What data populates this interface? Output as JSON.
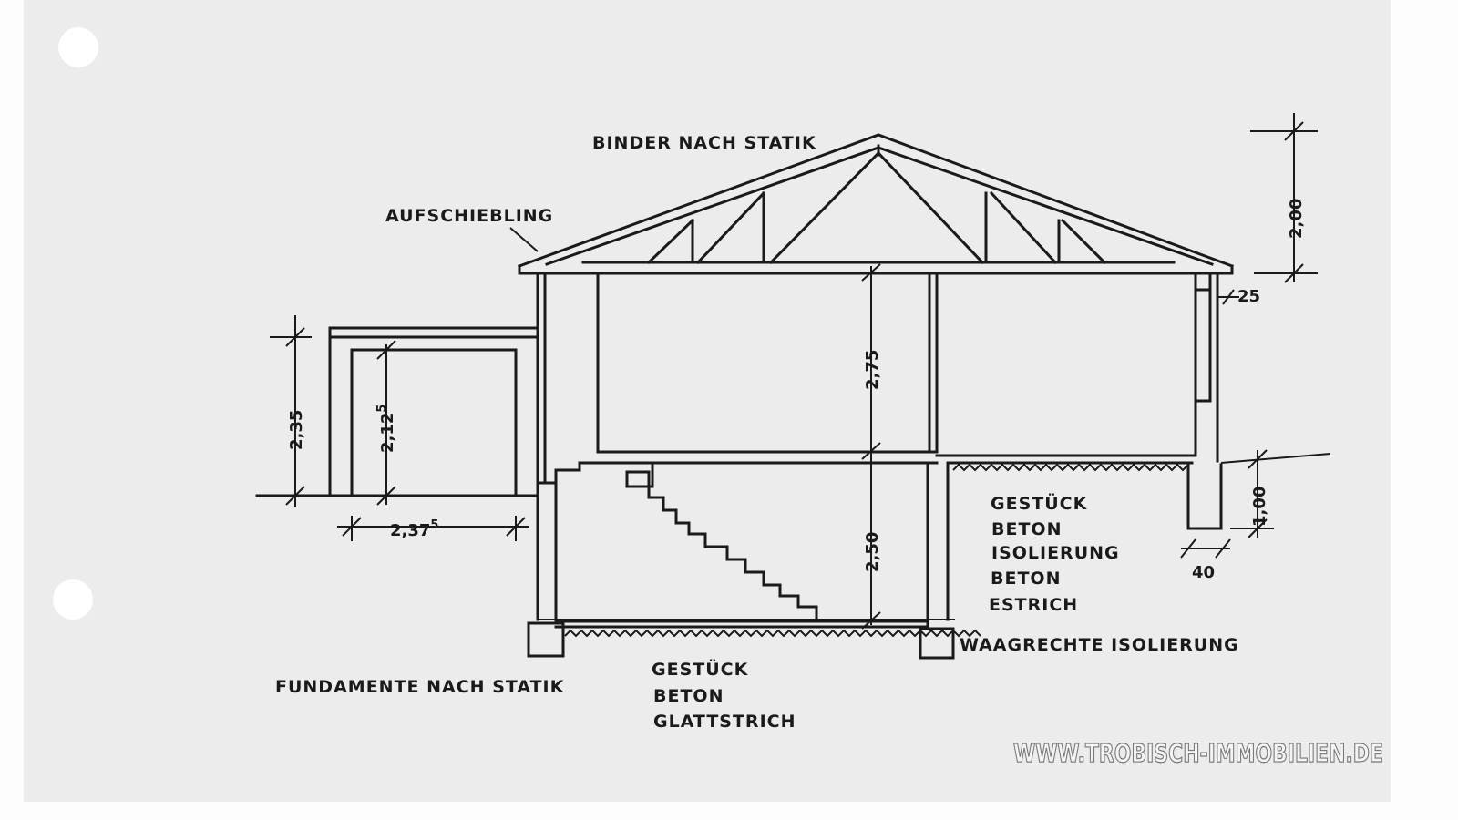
{
  "labels": {
    "binder": "BINDER NACH STATIK",
    "aufschiebling": "AUFSCHIEBLING",
    "fundamente": "FUNDAMENTE NACH STATIK",
    "waagrechte": "WAAGRECHTE ISOLIERUNG",
    "floor_right": [
      "GESTÜCK",
      "BETON",
      "ISOLIERUNG",
      "BETON",
      "ESTRICH"
    ],
    "floor_bottom": [
      "GESTÜCK",
      "BETON",
      "GLATTSTRICH"
    ]
  },
  "dimensions": {
    "roof_height": "2,00",
    "eave": "25",
    "upper_floor": "2,75",
    "basement": "2,50",
    "garage_height": "2,35",
    "door_height": "2,12",
    "door_height_sup": "5",
    "door_width": "2,37",
    "door_width_sup": "5",
    "plinth": "1,00",
    "foundation_width": "40"
  },
  "watermark": "WWW.TROBISCH-IMMOBILIEN.DE"
}
